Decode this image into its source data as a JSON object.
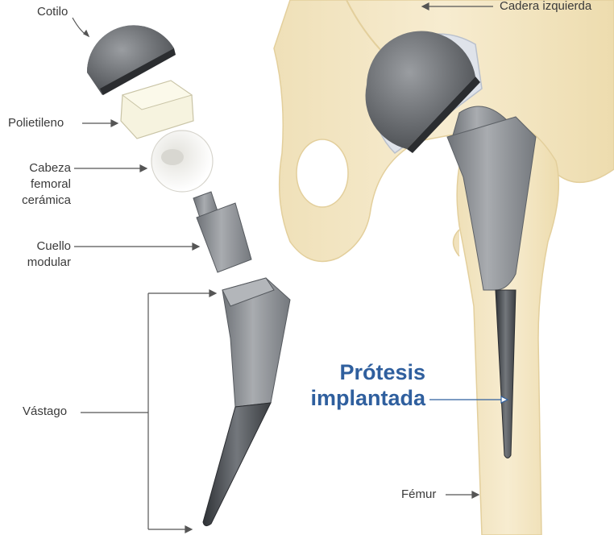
{
  "labels": {
    "cotilo": "Cotilo",
    "cadera": "Cadera izquierda",
    "polietileno": "Polietileno",
    "cabeza": [
      "Cabeza",
      "femoral",
      "cerámica"
    ],
    "cuello": [
      "Cuello",
      "modular"
    ],
    "vastago": "Vástago",
    "protesis": [
      "Prótesis",
      "implantada"
    ],
    "femur": "Fémur"
  },
  "colors": {
    "bone": "#f3e6c4",
    "metal": "#8e9196",
    "dark_metal": "#4d5157",
    "ceramic": "#f4f3ee",
    "polyethylene": "#f5f2dc",
    "title_blue": "#2f5f9e",
    "leader": "#555555"
  },
  "icons": [
    "arrow-right-icon",
    "arrow-left-icon"
  ]
}
